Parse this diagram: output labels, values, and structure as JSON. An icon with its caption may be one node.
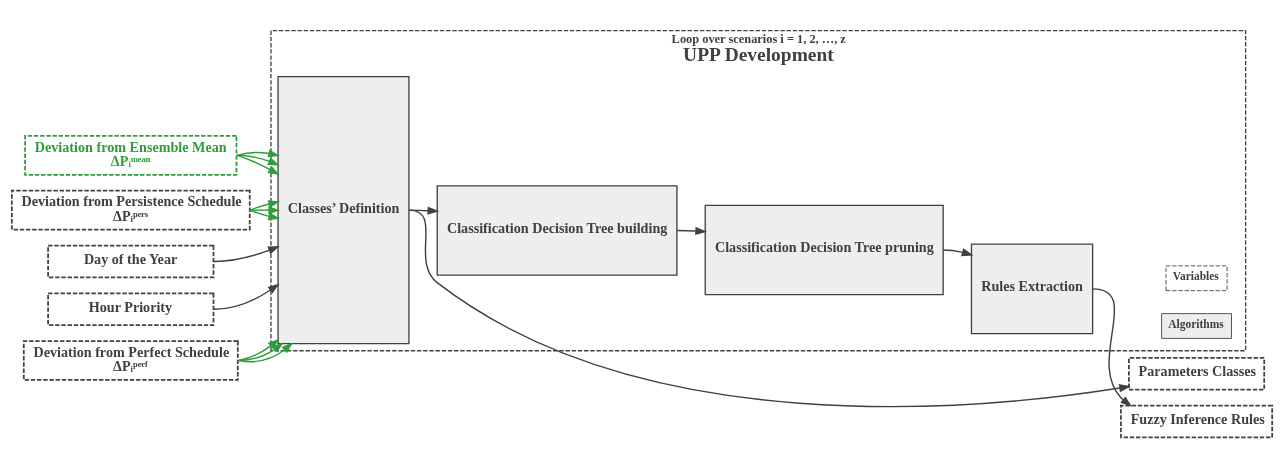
{
  "diagram": {
    "nodes": [
      {
        "text": [
          "Deviation from Ensemble Mean",
          "ΔPᵢᵐᵉᵃⁿ"
        ]
      },
      {
        "text": [
          "Deviation from Persistence Schedule",
          "ΔPᵢᵖᵉʳˢ"
        ]
      },
      {
        "text": [
          "Day of the Year"
        ]
      },
      {
        "text": [
          "Hour Priority"
        ]
      },
      {
        "text": [
          "Deviation from Perfect Schedule",
          "ΔPᵢᵖᵉʳᶠ"
        ]
      },
      {
        "text": [
          "Loop over scenarios i = 1, 2, …, z",
          "UPP Development"
        ]
      },
      {
        "text": [
          "Classes’ Definition"
        ],
        "in": 5
      },
      {
        "text": [
          "Classification Decision Tree building"
        ],
        "in": 5
      },
      {
        "text": [
          "Classification Decision Tree pruning"
        ],
        "in": 5
      },
      {
        "text": [
          "Rules Extraction"
        ],
        "in": 5
      },
      {
        "text": [
          "Parameters Classes"
        ]
      },
      {
        "text": [
          "Fuzzy Inference Rules"
        ]
      }
    ],
    "edges": [
      {
        "from": 0,
        "to": 6,
        "arrow": "to"
      },
      {
        "from": 0,
        "to": 6,
        "arrow": "to"
      },
      {
        "from": 0,
        "to": 6,
        "arrow": "to"
      },
      {
        "from": 1,
        "to": 6,
        "arrow": "to"
      },
      {
        "from": 1,
        "to": 6,
        "arrow": "to"
      },
      {
        "from": 1,
        "to": 6,
        "arrow": "to"
      },
      {
        "from": 2,
        "to": 6,
        "arrow": "to",
        "color": "#404040"
      },
      {
        "from": 3,
        "to": 6,
        "arrow": "to",
        "color": "#404040"
      },
      {
        "from": 4,
        "to": 6,
        "arrow": "to"
      },
      {
        "from": 4,
        "to": 6,
        "arrow": "to"
      },
      {
        "from": 4,
        "to": 6,
        "arrow": "to"
      },
      {
        "from": 6,
        "to": 10,
        "arrow": "to",
        "color": "#404040"
      },
      {
        "from": 6,
        "to": 7,
        "arrow": "to",
        "color": "#404040"
      },
      {
        "from": 7,
        "to": 8,
        "arrow": "to",
        "color": "#404040"
      },
      {
        "from": 8,
        "to": 9,
        "arrow": "to",
        "color": "#404040"
      },
      {
        "from": 9,
        "to": 11,
        "arrow": "to",
        "color": "#404040"
      }
    ],
    "legend": [
      {
        "text": "Variables"
      },
      {
        "text": "Algorithms",
        "color": "#eeeeee"
      }
    ]
  }
}
